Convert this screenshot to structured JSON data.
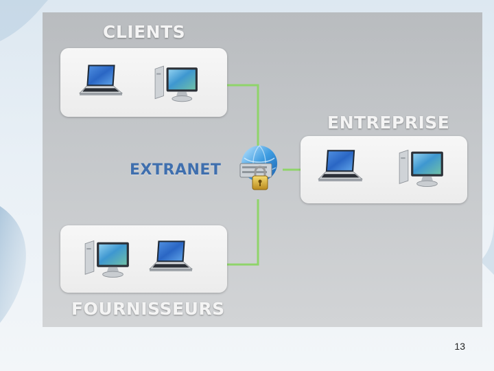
{
  "diagram": {
    "clients_label": "CLIENTS",
    "entreprise_label": "ENTREPRISE",
    "extranet_label": "EXTRANET",
    "fournisseurs_label": "FOURNISSEURS"
  },
  "slide": {
    "page_number": "13"
  },
  "icons": {
    "laptop": "laptop-icon",
    "desktop": "desktop-computer-icon",
    "hub": "globe-lock-icon"
  },
  "colors": {
    "connection_line": "#8fd46a",
    "extranet_text": "#3f6fae",
    "panel": "#c4c7ca"
  }
}
